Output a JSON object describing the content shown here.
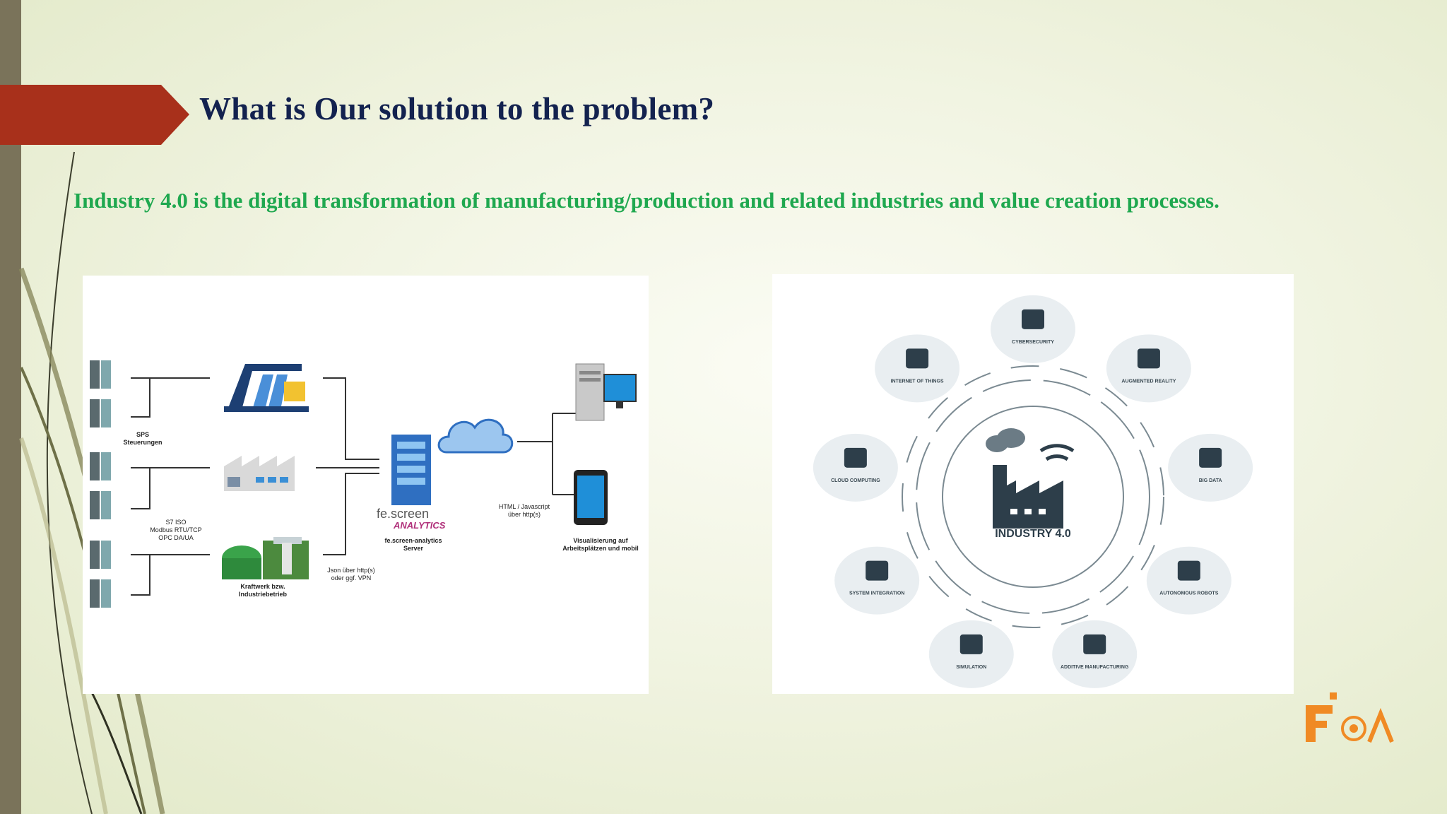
{
  "slide": {
    "title": "What is Our solution to the problem?",
    "subtitle": "Industry 4.0 is the digital transformation of manufacturing/production and related industries and value creation processes."
  },
  "diagram_left": {
    "labels": {
      "sps": "SPS Steuerungen",
      "protocols": "S7 ISO Modbus RTU/TCP OPC DA/UA",
      "kraftwerk": "Kraftwerk bzw. Industriebetrieb",
      "json": "Json über http(s) oder ggf. VPN",
      "brand_top": "fe.screen",
      "brand_bottom": "ANALYTICS",
      "server": "fe.screen-analytics Server",
      "html": "HTML / Javascript über http(s)",
      "visual": "Visualisierung auf Arbeitsplätzen und mobil"
    }
  },
  "diagram_right": {
    "center_label": "INDUSTRY 4.0",
    "nodes": [
      {
        "label": "CYBERSECURITY",
        "icon": "lock-icon"
      },
      {
        "label": "AUGMENTED REALITY",
        "icon": "vr-headset-icon"
      },
      {
        "label": "BIG DATA",
        "icon": "server-rack-icon"
      },
      {
        "label": "AUTONOMOUS ROBOTS",
        "icon": "robot-arm-icon"
      },
      {
        "label": "ADDITIVE MANUFACTURING",
        "icon": "3d-printer-icon"
      },
      {
        "label": "SIMULATION",
        "icon": "laptop-icon"
      },
      {
        "label": "SYSTEM INTEGRATION",
        "icon": "gear-icon"
      },
      {
        "label": "CLOUD COMPUTING",
        "icon": "cloud-icon"
      },
      {
        "label": "INTERNET OF THINGS",
        "icon": "iot-device-icon"
      }
    ]
  },
  "colors": {
    "arrow": "#a8301b",
    "title": "#13224f",
    "subtitle": "#1fa84f",
    "server_blue": "#3a8fd6",
    "dark_icon": "#2d3e4a"
  },
  "logo": {
    "text": "FOA"
  }
}
